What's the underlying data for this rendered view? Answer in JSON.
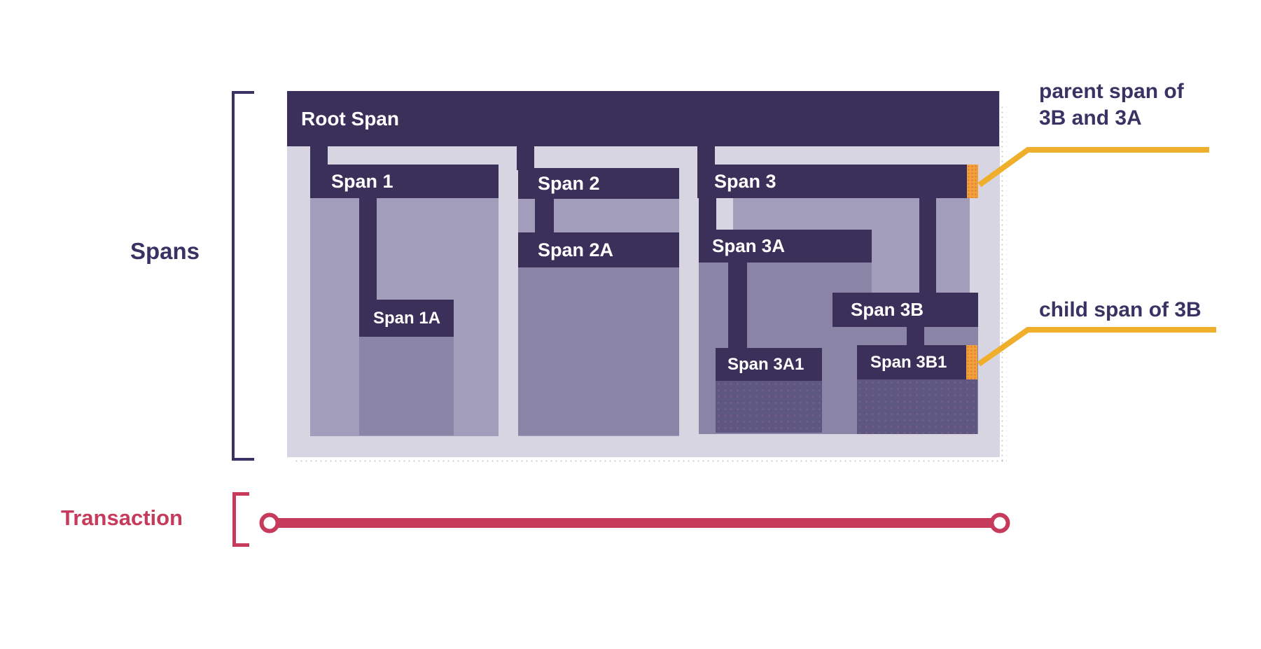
{
  "labels": {
    "spans": "Spans",
    "transaction": "Transaction"
  },
  "spans": {
    "root": "Root Span",
    "span1": "Span 1",
    "span1a": "Span 1A",
    "span2": "Span 2",
    "span2a": "Span 2A",
    "span3": "Span 3",
    "span3a": "Span 3A",
    "span3a1": "Span 3A1",
    "span3b": "Span 3B",
    "span3b1": "Span 3B1"
  },
  "hierarchy": {
    "root": [
      "span1",
      "span2",
      "span3"
    ],
    "span1": [
      "span1a"
    ],
    "span2": [
      "span2a"
    ],
    "span3": [
      "span3a",
      "span3b"
    ],
    "span3a": [
      "span3a1"
    ],
    "span3b": [
      "span3b1"
    ]
  },
  "annotations": {
    "parent_line1": "parent span of",
    "parent_line2": "3B and 3A",
    "child": "child span of 3B"
  },
  "colors": {
    "bar_dark_purple": "#3A3059",
    "container_lavender": "#D7D5E2",
    "duration_light": "#A29DBA",
    "duration_mid": "#8A84A6",
    "duration_dark": "#5E5782",
    "marker_orange": "#F0A139",
    "annotation_line_yellow": "#EFAF2D",
    "annotation_text": "#3B3163",
    "transaction_red": "#C63B5C",
    "bar_text": "#FFFFFF"
  }
}
